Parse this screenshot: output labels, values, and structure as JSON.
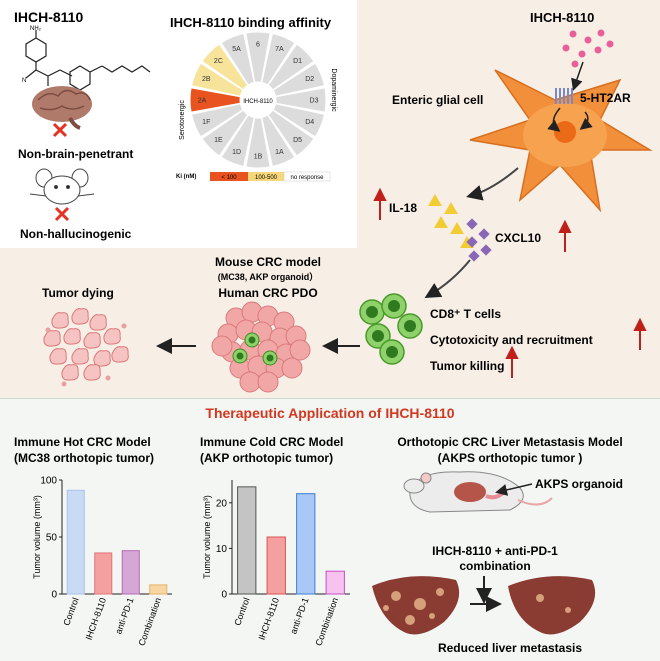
{
  "top_left": {
    "drug_title": "IHCH-8110",
    "amine_label": "NH₂",
    "brain_caption": "Non-brain-penetrant",
    "mouse_caption": "Non-hallucinogenic"
  },
  "affinity": {
    "title": "IHCH-8110 binding affinity",
    "center_label": "IHCH-8110",
    "serotonergic_label": "Serotonergic",
    "dopaminergic_label": "Dopaminergic",
    "segments": [
      {
        "label": "6",
        "class": "none"
      },
      {
        "label": "7A",
        "class": "none"
      },
      {
        "label": "D1",
        "class": "none"
      },
      {
        "label": "D2",
        "class": "none"
      },
      {
        "label": "D3",
        "class": "none"
      },
      {
        "label": "D4",
        "class": "none"
      },
      {
        "label": "D5",
        "class": "none"
      },
      {
        "label": "1A",
        "class": "none"
      },
      {
        "label": "1B",
        "class": "none"
      },
      {
        "label": "1D",
        "class": "none"
      },
      {
        "label": "1E",
        "class": "none"
      },
      {
        "label": "1F",
        "class": "none"
      },
      {
        "label": "2A",
        "class": "strong"
      },
      {
        "label": "2B",
        "class": "mid"
      },
      {
        "label": "2C",
        "class": "mid"
      },
      {
        "label": "5A",
        "class": "none"
      }
    ],
    "legend_title": "Ki (nM)",
    "legend_items": [
      {
        "label": "< 100",
        "color": "#e8531f"
      },
      {
        "label": "100-500",
        "color": "#f7d77a"
      },
      {
        "label": "no response",
        "color": "#ffffff"
      }
    ]
  },
  "glia": {
    "drug_label": "IHCH-8110",
    "receptor_label": "5-HT2AR",
    "cell_label": "Enteric glial cell",
    "il18_label": "IL-18",
    "cxcl10_label": "CXCL10"
  },
  "tcells": {
    "line1": "CD8⁺ T cells",
    "line2": "Cytotoxicity and recruitment",
    "line3": "Tumor killing"
  },
  "models": {
    "line1": "Mouse CRC model",
    "line2": "(MC38, AKP organoid）",
    "line3": "Human CRC PDO"
  },
  "tumor_dying_label": "Tumor dying",
  "bottom": {
    "title": "Therapeutic Application of IHCH-8110",
    "hot_title": "Immune Hot CRC Model",
    "hot_subtitle": "(MC38 orthotopic tumor)",
    "cold_title": "Immune Cold CRC Model",
    "cold_subtitle": "(AKP orthotopic tumor)",
    "liver_title": "Orthotopic CRC Liver Metastasis Model",
    "liver_subtitle": "(AKPS orthotopic tumor )",
    "organoid_label": "AKPS organoid",
    "combo_line1": "IHCH-8110 + anti-PD-1",
    "combo_line2": "combination",
    "result_label": "Reduced liver metastasis"
  },
  "colors": {
    "red_arrow": "#c0201a",
    "title_red": "#d2371f",
    "glia_orange": "#f28f3b",
    "ligand_pink": "#e8609a",
    "il18_yellow": "#f2cc34",
    "cxcl10_purple": "#8a67b5",
    "tcell_green": "#6cbf45",
    "tumor_pink": "#f2a7a7"
  },
  "chart_data": [
    {
      "type": "bar",
      "title": "Immune Hot CRC Model",
      "categories": [
        "Control",
        "IHCH-8110",
        "anti-PD-1",
        "Combination"
      ],
      "values": [
        91,
        36,
        38,
        8
      ],
      "ylabel": "Tumor volume (mm³)",
      "ylim": [
        0,
        100
      ],
      "yticks": [
        0,
        50,
        100
      ],
      "colors": [
        "#c9daf5",
        "#f4a0a0",
        "#d6a6d6",
        "#f8d6a3"
      ],
      "borders": [
        "#a9c2ec",
        "#e57373",
        "#b36bb3",
        "#e9b26a"
      ]
    },
    {
      "type": "bar",
      "title": "Immune Cold CRC Model",
      "categories": [
        "Control",
        "IHCH-8110",
        "anti-PD-1",
        "Combination"
      ],
      "values": [
        23.5,
        12.5,
        22,
        5
      ],
      "ylabel": "Tumor volume (mm³)",
      "ylim": [
        0,
        25
      ],
      "yticks": [
        0,
        10,
        20
      ],
      "colors": [
        "#c4c4c4",
        "#f4a0a0",
        "#a9c8f5",
        "#f7c2f0"
      ],
      "borders": [
        "#555555",
        "#d9534f",
        "#3b7dd8",
        "#c24fc2"
      ]
    }
  ]
}
